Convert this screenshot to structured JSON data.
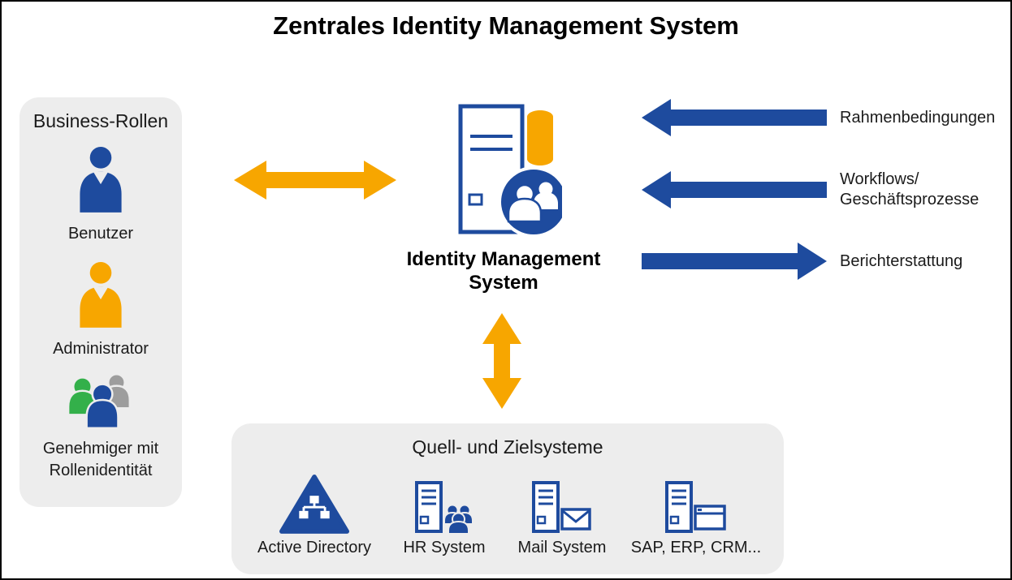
{
  "title": "Zentrales Identity Management System",
  "colors": {
    "orange": "#F7A600",
    "blue": "#1E4B9E",
    "green": "#33B04A",
    "gray": "#9D9D9D",
    "panel_bg": "#EDEDED"
  },
  "business_roles": {
    "title": "Business-Rollen",
    "items": [
      {
        "label": "Benutzer",
        "icon": "user-icon"
      },
      {
        "label": "Administrator",
        "icon": "admin-icon"
      },
      {
        "label": "Genehmiger mit\nRollenidentität",
        "icon": "approver-group-icon"
      }
    ]
  },
  "center_system": {
    "label": "Identity Management\nSystem",
    "icon": "identity-management-server-icon"
  },
  "right_flows": {
    "items": [
      {
        "label": "Rahmenbedingungen",
        "direction": "in"
      },
      {
        "label": "Workflows/\nGeschäftsprozesse",
        "direction": "in"
      },
      {
        "label": "Berichterstattung",
        "direction": "out"
      }
    ]
  },
  "systems_panel": {
    "title": "Quell- und Zielsysteme",
    "items": [
      {
        "label": "Active Directory",
        "icon": "active-directory-icon"
      },
      {
        "label": "HR System",
        "icon": "hr-system-icon"
      },
      {
        "label": "Mail System",
        "icon": "mail-system-icon"
      },
      {
        "label": "SAP, ERP, CRM...",
        "icon": "sap-erp-crm-icon"
      }
    ]
  }
}
